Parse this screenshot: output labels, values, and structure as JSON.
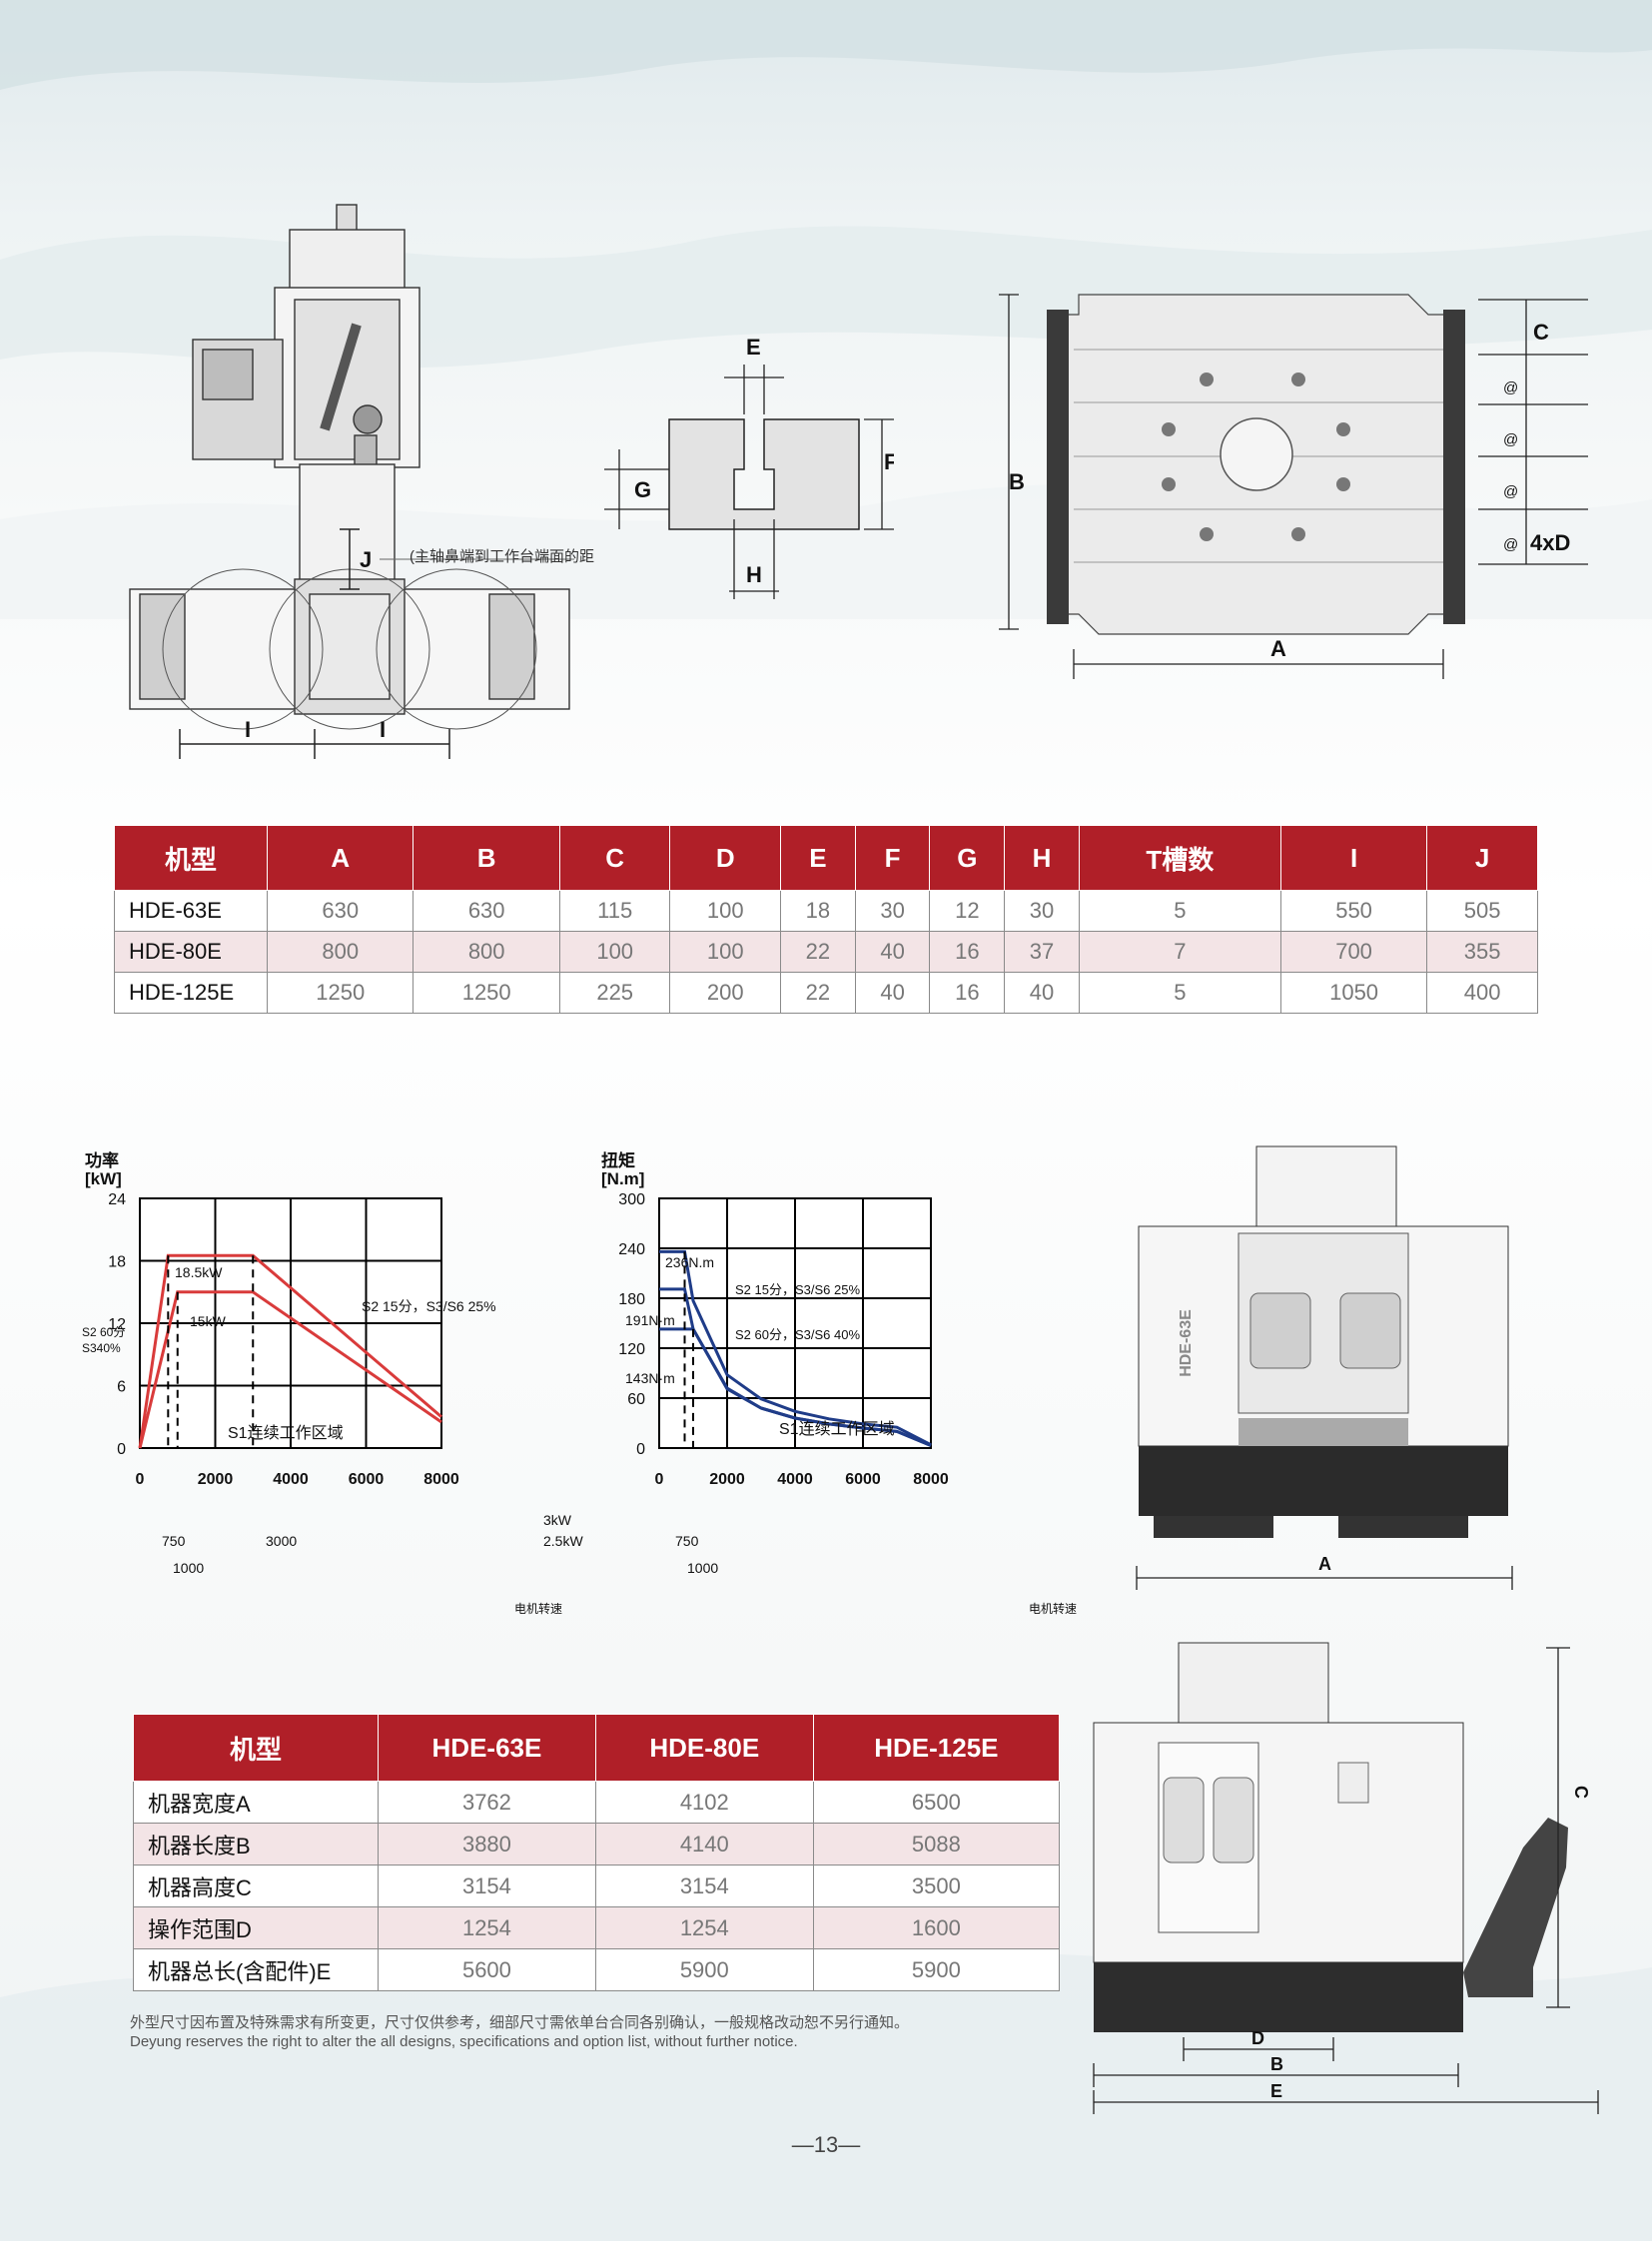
{
  "diagrams": {
    "j_label": "J",
    "j_note": "(主轴鼻端到工作台端面的距离)",
    "i_label_1": "I",
    "i_label_2": "I",
    "tslot": {
      "e": "E",
      "f": "F",
      "g": "G",
      "h": "H"
    },
    "table_plan": {
      "a": "A",
      "b": "B",
      "c": "C",
      "at1": "@",
      "at2": "@",
      "at3": "@",
      "at4": "@",
      "d": "4xD"
    }
  },
  "spec_table": {
    "headers": [
      "机型",
      "A",
      "B",
      "C",
      "D",
      "E",
      "F",
      "G",
      "H",
      "T槽数",
      "I",
      "J"
    ],
    "rows": [
      [
        "HDE-63E",
        "630",
        "630",
        "115",
        "100",
        "18",
        "30",
        "12",
        "30",
        "5",
        "550",
        "505"
      ],
      [
        "HDE-80E",
        "800",
        "800",
        "100",
        "100",
        "22",
        "40",
        "16",
        "37",
        "7",
        "700",
        "355"
      ],
      [
        "HDE-125E",
        "1250",
        "1250",
        "225",
        "200",
        "22",
        "40",
        "16",
        "40",
        "5",
        "1050",
        "400"
      ]
    ]
  },
  "chart_data": [
    {
      "type": "line",
      "ylabel": "功率\n[kW]",
      "xlabel": "电机转速",
      "xlim": [
        0,
        8000
      ],
      "ylim": [
        0,
        24
      ],
      "x_ticks": [
        "0",
        "2000",
        "4000",
        "6000",
        "8000"
      ],
      "y_ticks": [
        "0",
        "6",
        "12",
        "18",
        "24"
      ],
      "series": [
        {
          "x": [
            0,
            750,
            3000,
            8000
          ],
          "y": [
            0,
            18.5,
            18.5,
            3
          ]
        },
        {
          "x": [
            0,
            1000,
            3000,
            8000
          ],
          "y": [
            0,
            15,
            15,
            2.5
          ]
        }
      ],
      "annotations": {
        "p_top": "18.5kW",
        "p_mid": "15kW",
        "s2": "S2 15分，S3/S6 25%",
        "s2b_1": "S2 60分",
        "s2b_2": "S340%",
        "s1": "S1连续工作区域",
        "end1": "3kW",
        "end2": "2.5kW",
        "x750": "750",
        "x1000": "1000",
        "x3000": "3000"
      }
    },
    {
      "type": "line",
      "ylabel": "扭矩\n[N.m]",
      "xlabel": "电机转速",
      "xlim": [
        0,
        8000
      ],
      "ylim": [
        0,
        300
      ],
      "x_ticks": [
        "0",
        "2000",
        "4000",
        "6000",
        "8000"
      ],
      "y_ticks": [
        "0",
        "60",
        "120",
        "180",
        "240",
        "300"
      ],
      "series": [
        {
          "x": [
            0,
            750,
            1000,
            2000,
            3000,
            4000,
            5000,
            6000,
            7000,
            8000
          ],
          "y": [
            236,
            236,
            177,
            88,
            59,
            44,
            35,
            29,
            25,
            4
          ]
        },
        {
          "x": [
            0,
            750,
            1000,
            2000,
            3000,
            4000,
            5000,
            6000,
            7000,
            8000
          ],
          "y": [
            191,
            191,
            143,
            72,
            48,
            36,
            29,
            24,
            20,
            3
          ]
        },
        {
          "x": [
            0,
            1000,
            2000,
            3000,
            4000,
            5000,
            6000,
            7000,
            8000
          ],
          "y": [
            143,
            143,
            71,
            48,
            36,
            29,
            24,
            20,
            3
          ]
        }
      ],
      "annotations": {
        "t236": "236N.m",
        "t191": "191N·m",
        "t143": "143N·m",
        "s2": "S2 15分，S3/S6 25%",
        "s2b": "S2 60分，S3/S6 40%",
        "s1": "S1连续工作区域",
        "x750": "750",
        "x1000": "1000"
      }
    }
  ],
  "machine_views": {
    "front_label": "HDE-63E",
    "a": "A",
    "c": "C",
    "d": "D",
    "b": "B",
    "e": "E"
  },
  "dims_table": {
    "headers": [
      "机型",
      "HDE-63E",
      "HDE-80E",
      "HDE-125E"
    ],
    "rows": [
      [
        "机器宽度A",
        "3762",
        "4102",
        "6500"
      ],
      [
        "机器长度B",
        "3880",
        "4140",
        "5088"
      ],
      [
        "机器高度C",
        "3154",
        "3154",
        "3500"
      ],
      [
        "操作范围D",
        "1254",
        "1254",
        "1600"
      ],
      [
        "机器总长(含配件)E",
        "5600",
        "5900",
        "5900"
      ]
    ]
  },
  "notes": {
    "cn": "外型尺寸因布置及特殊需求有所变更，尺寸仅供参考，细部尺寸需依单台合同各别确认，一般规格改动恕不另行通知。",
    "en": "Deyung reserves the right to alter the all designs, specifications and option list, without further notice."
  },
  "page_number": "—13—"
}
